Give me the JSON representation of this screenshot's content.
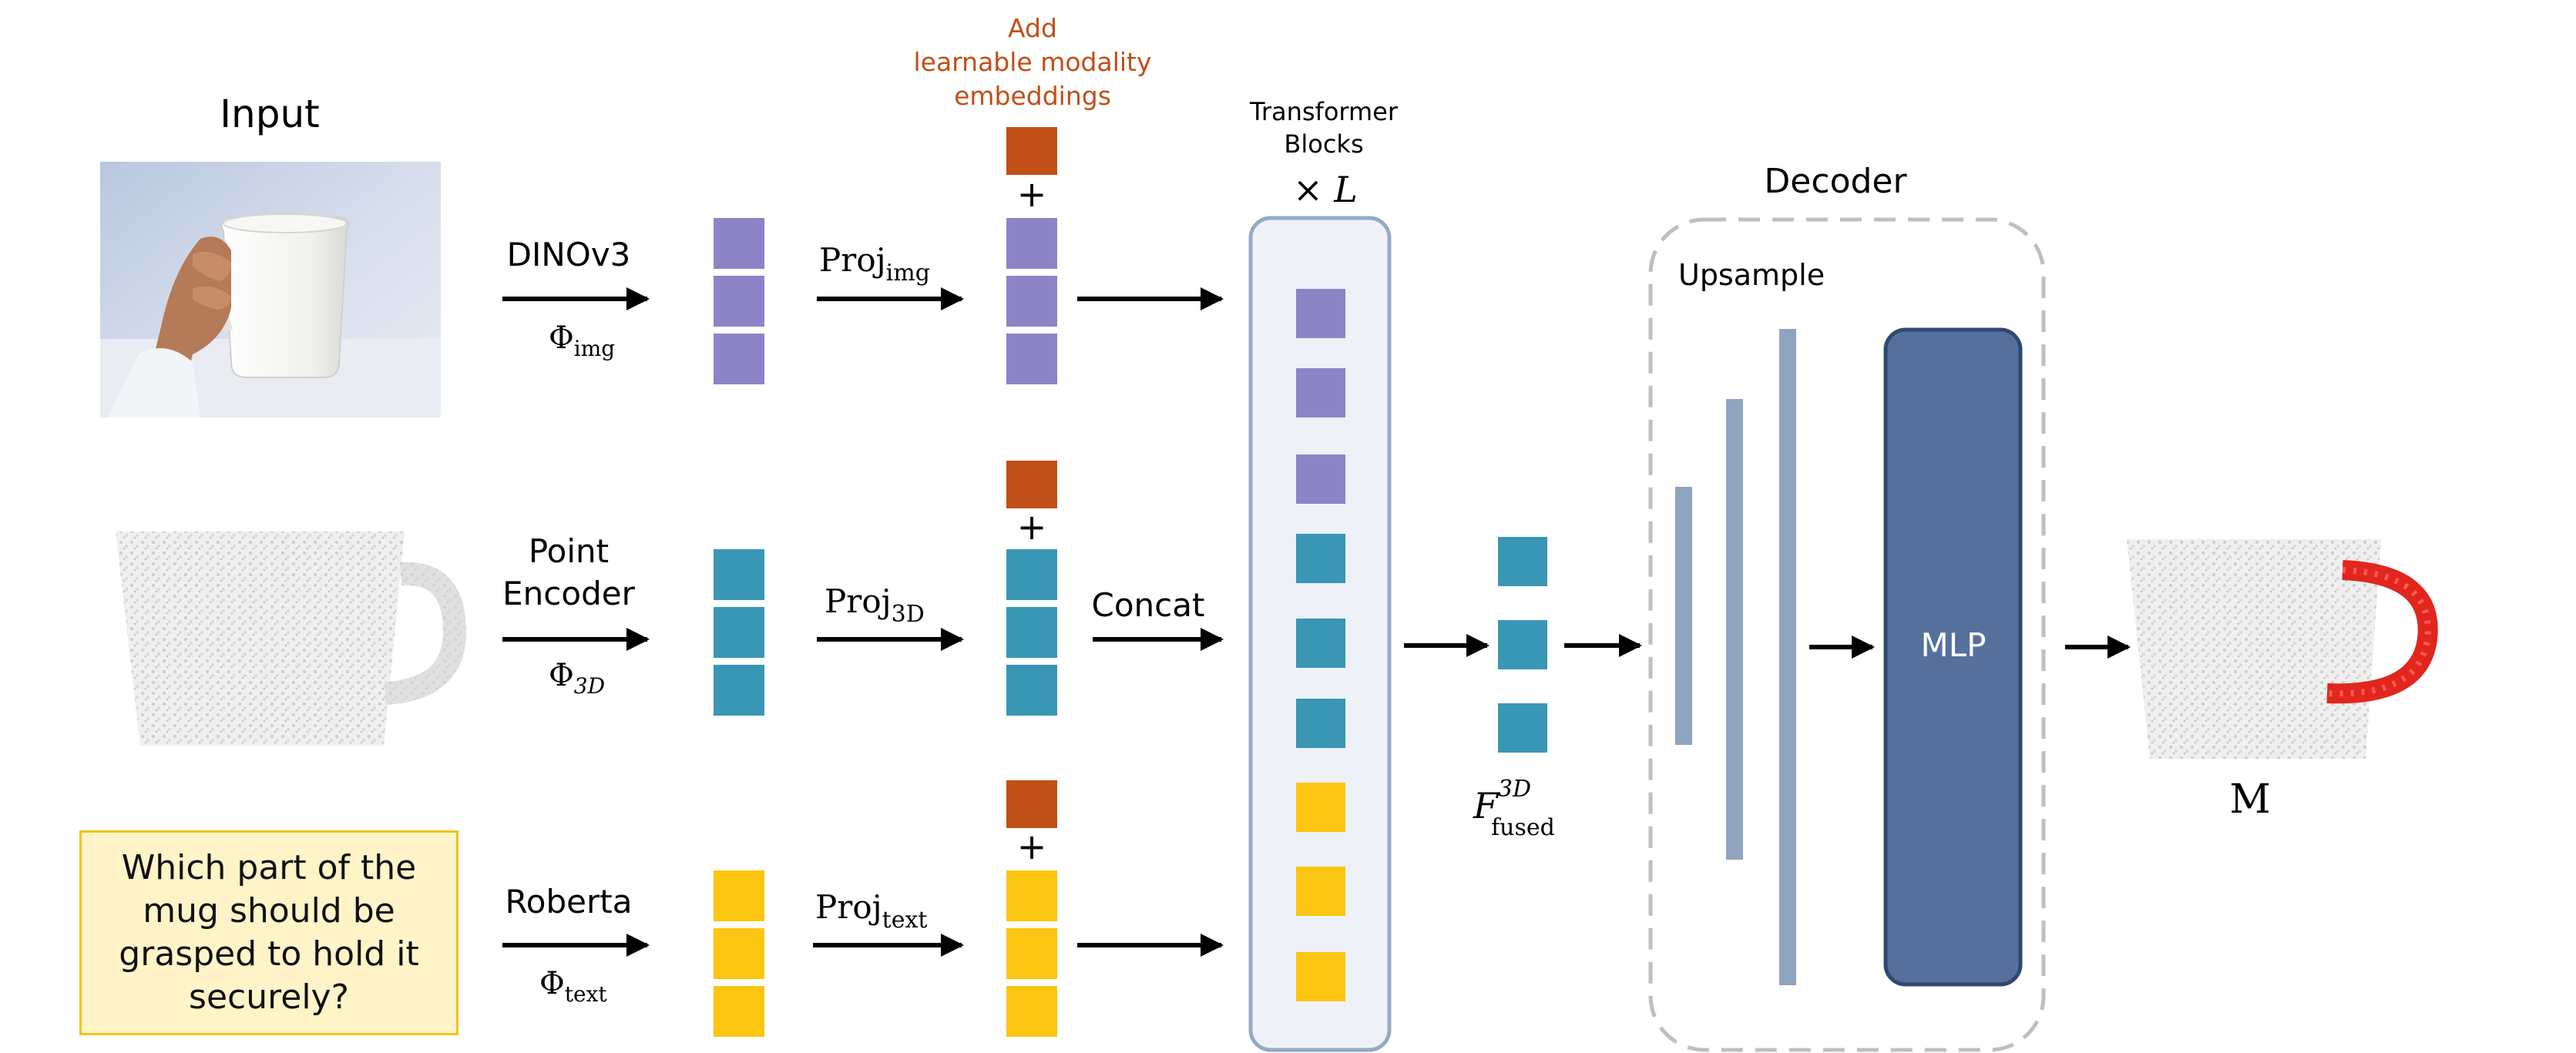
{
  "labels": {
    "input": "Input",
    "add_embeddings": [
      "Add",
      "learnable modality",
      "embeddings"
    ],
    "transformer": [
      "Transformer",
      "Blocks"
    ],
    "times_L": "× L",
    "decoder": "Decoder",
    "upsample": "Upsample",
    "mlp": "MLP",
    "concat": "Concat",
    "output_M": "M"
  },
  "branches": {
    "image": {
      "encoder": "DINOv3",
      "phi": "Φ",
      "phi_sub": "img",
      "proj": "Proj",
      "proj_sub": "img"
    },
    "pointcloud": {
      "encoder": [
        "Point",
        "Encoder"
      ],
      "phi": "Φ",
      "phi_sub": "3D",
      "proj": "Proj",
      "proj_sub": "3D"
    },
    "text": {
      "encoder": "Roberta",
      "phi": "Φ",
      "phi_sub": "text",
      "proj": "Proj",
      "proj_sub": "text"
    }
  },
  "question": "Which part of the\nmug should be\ngrasped to hold it\nsecurely?",
  "fused": {
    "symbol": "F",
    "sup": "3D",
    "sub": "fused"
  },
  "colors": {
    "image_token": "#8d84c8",
    "point_token": "#3a96b5",
    "text_token": "#fcc512",
    "modality_embedding": "#c24f17",
    "annotation_text": "#c24f17",
    "transformer_fill": "#eef1f7",
    "transformer_border": "#94aac4",
    "upsample_bar": "#8fa4be",
    "mlp_fill": "#56709e",
    "mlp_border": "#2f4870",
    "question_fill": "#fef4c8",
    "question_border": "#f2c318",
    "decoder_border": "#bfbfbf"
  },
  "icons": [
    "mug-photo",
    "mug-point-cloud",
    "segmented-mug-point-cloud"
  ]
}
